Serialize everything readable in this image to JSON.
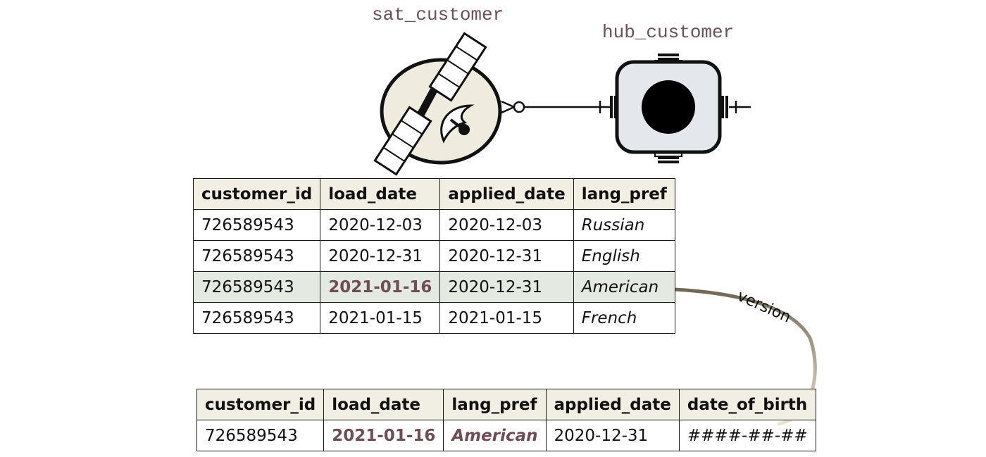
{
  "entities": {
    "satellite": {
      "label": "sat_customer",
      "icon": "satellite-icon"
    },
    "hub": {
      "label": "hub_customer",
      "icon": "hub-icon"
    }
  },
  "relationship": {
    "from": "sat_customer",
    "to": "hub_customer",
    "cardinality": "many-to-one"
  },
  "satellite_table": {
    "columns": [
      "customer_id",
      "load_date",
      "applied_date",
      "lang_pref"
    ],
    "rows": [
      [
        "726589543",
        "2020-12-03",
        "2020-12-03",
        "Russian"
      ],
      [
        "726589543",
        "2020-12-31",
        "2020-12-31",
        "English"
      ],
      [
        "726589543",
        "2021-01-16",
        "2020-12-31",
        "American"
      ],
      [
        "726589543",
        "2021-01-15",
        "2021-01-15",
        "French"
      ]
    ]
  },
  "version_table": {
    "columns": [
      "customer_id",
      "load_date",
      "lang_pref",
      "applied_date",
      "date_of_birth"
    ],
    "rows": [
      [
        "726589543",
        "2021-01-16",
        "American",
        "2020-12-31",
        "####-##-##"
      ]
    ]
  },
  "arrow_label": "version",
  "colors": {
    "label_text": "#6b5058",
    "header_bg": "#f1eee4",
    "highlight_row_bg": "#e4e9e2",
    "highlight_text": "#6e4d57",
    "satellite_fill": "#efebdf",
    "hub_fill": "#e4e8ec",
    "arrow": "#6f6555"
  }
}
